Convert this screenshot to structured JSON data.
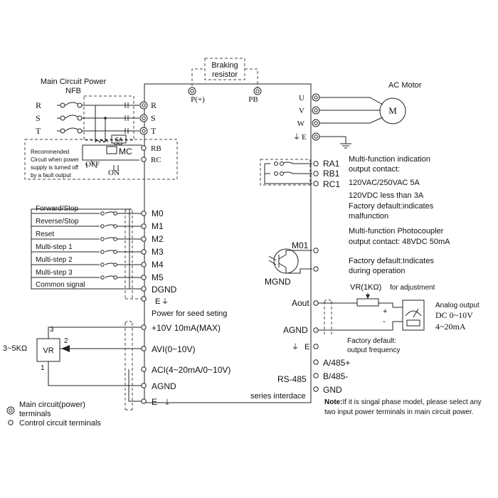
{
  "labels": {
    "braking_resistor_line1": "Braking",
    "braking_resistor_line2": "resistor",
    "p_plus": "P(+)",
    "pb": "PB",
    "main_power_line1": "Main Circuit Power",
    "main_power_line2": "NFB",
    "ac_motor": "AC Motor",
    "motor_m": "M",
    "mc": "MC",
    "sa": "SA",
    "off": "OFF",
    "on": "ON",
    "recommended_1": "Recommended",
    "recommended_2": "Circuit when power",
    "recommended_3": "supply is turned off",
    "recommended_4": "by a fault output",
    "power_for_speed": "Power for seed seting",
    "m01": "M01",
    "mgnd": "MGND",
    "aout": "Aout",
    "agnd_right": "AGND",
    "e_right": "E",
    "vr_1k": "VR(1KΩ)",
    "for_adjustment": "for adjustment",
    "analog_output": "Analog output",
    "dc_range": "DC 0~10V",
    "ma_range": "4~20mA",
    "factory_freq_1": "Factory default:",
    "factory_freq_2": "output frequency",
    "rs485": "RS-485",
    "series_interface": "series interdace",
    "vr_range": "3~5KΩ",
    "vr": "VR",
    "vr_pin3": "3",
    "vr_pin2": "2",
    "vr_pin1": "1",
    "plus": "+",
    "minus": "-",
    "note_bold": "Note:",
    "note_line1": "If it is singal phase model, please select any",
    "note_line2": "two input power terminals in main circuit power.",
    "legend_main_1": "Main circuit(power)",
    "legend_main_2": "terminals",
    "legend_control": "Control circuit terminals"
  },
  "power_inputs": [
    {
      "left": "R",
      "right": "R"
    },
    {
      "left": "S",
      "right": "S"
    },
    {
      "left": "T",
      "right": "T"
    }
  ],
  "motor_terminals": [
    "U",
    "V",
    "W",
    "E"
  ],
  "relay_terminals": [
    "RA1",
    "RB1",
    "RC1"
  ],
  "rb_rc": [
    "RB",
    "RC"
  ],
  "relay_text": [
    "Multi-function indication",
    "output contact:",
    "120VAC/250VAC 5A",
    "120VDC  less than 3A",
    "Factory default:indicates",
    "malfunction"
  ],
  "photocoupler_text": [
    "Multi-function Photocoupler",
    "output contact: 48VDC 50mA"
  ],
  "photocoupler_default": [
    "Factory default:Indicates",
    "during operation"
  ],
  "digital_inputs": [
    {
      "label": "Forward/Stop",
      "terminal": "M0"
    },
    {
      "label": "Reverse/Stop",
      "terminal": "M1"
    },
    {
      "label": "Reset",
      "terminal": "M2"
    },
    {
      "label": "Multi-step 1",
      "terminal": "M3"
    },
    {
      "label": "Multi-step 2",
      "terminal": "M4"
    },
    {
      "label": "Multi-step 3",
      "terminal": "M5"
    }
  ],
  "common_signal": "Common signal",
  "dgnd": "DGND",
  "e_left": "E",
  "analog_terminals": [
    "+10V 10mA(MAX)",
    "AVI(0~10V)",
    "ACI(4~20mA/0~10V)",
    "AGND",
    "E"
  ],
  "rs485_terminals": [
    "A/485+",
    "B/485-",
    "GND"
  ]
}
